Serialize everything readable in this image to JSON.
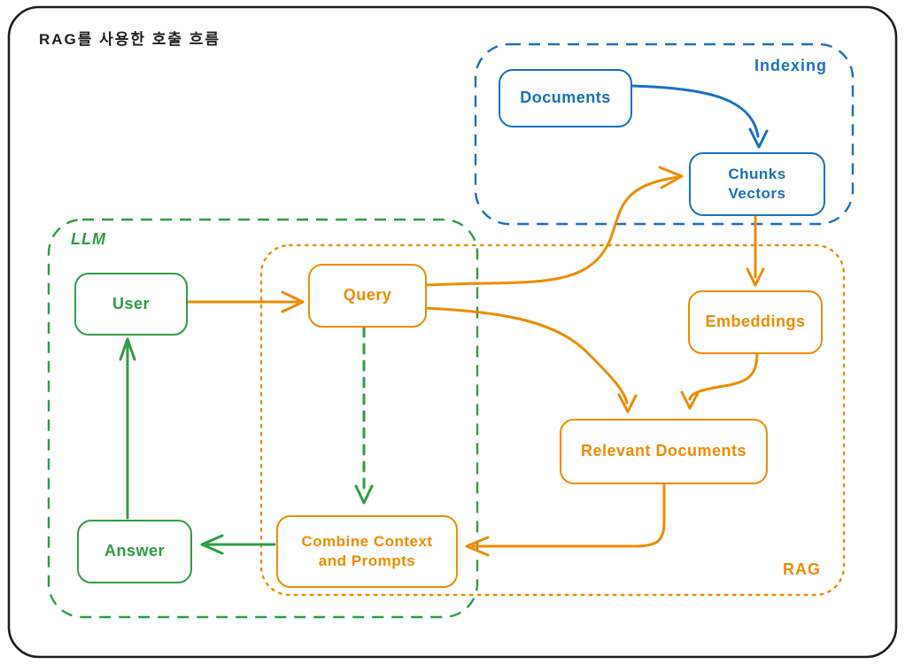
{
  "title": "RAG를 사용한 호출 흐름",
  "colors": {
    "blue": "#1971c2",
    "green": "#2f9e44",
    "orange": "#f08c00",
    "ink": "#1e1e1e"
  },
  "groups": {
    "indexing": {
      "label": "Indexing"
    },
    "llm": {
      "label": "LLM"
    },
    "rag": {
      "label": "RAG"
    }
  },
  "nodes": {
    "documents": {
      "label": "Documents"
    },
    "chunks_vectors": {
      "line1": "Chunks",
      "line2": "Vectors"
    },
    "user": {
      "label": "User"
    },
    "query": {
      "label": "Query"
    },
    "embeddings": {
      "label": "Embeddings"
    },
    "relevant_documents": {
      "label": "Relevant Documents"
    },
    "combine_context": {
      "line1": "Combine Context",
      "line2": "and Prompts"
    },
    "answer": {
      "label": "Answer"
    }
  }
}
